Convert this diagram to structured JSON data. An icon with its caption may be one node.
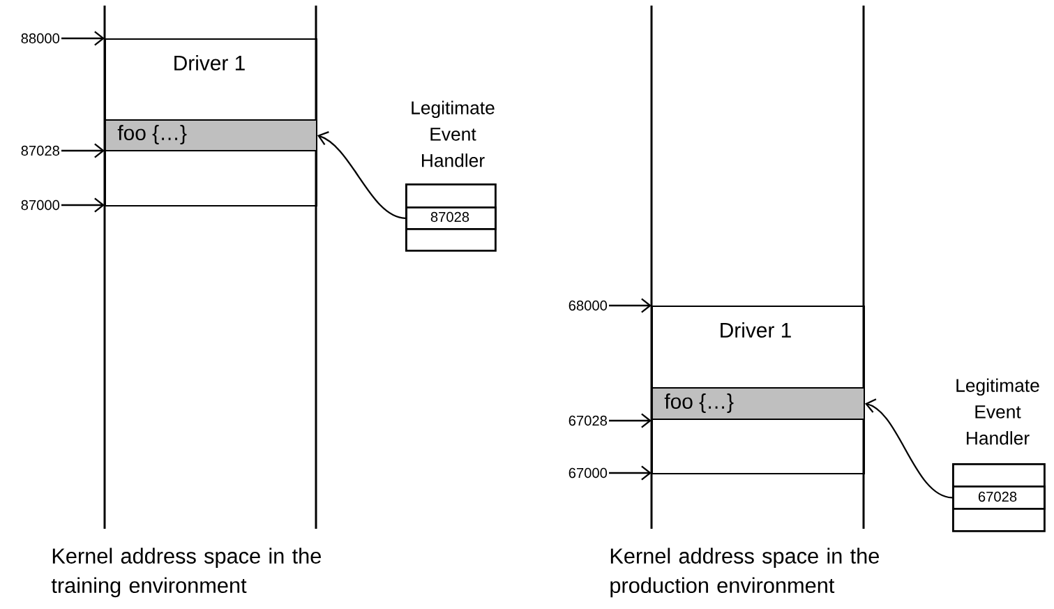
{
  "diagram": {
    "nodes": [
      {
        "text": [
          "Driver 1"
        ]
      },
      {
        "text": [
          "foo {…}"
        ],
        "in": 0
      },
      {
        "text": [
          "Legitimate Event Handler"
        ]
      },
      {
        "text": [
          "87028"
        ],
        "in": 2
      },
      {
        "text": [
          "88000"
        ]
      },
      {
        "text": [
          "87028"
        ]
      },
      {
        "text": [
          "87000"
        ]
      },
      {
        "text": [
          "Driver 1"
        ]
      },
      {
        "text": [
          "foo {…}"
        ],
        "in": 7
      },
      {
        "text": [
          "Legitimate Event Handler"
        ]
      },
      {
        "text": [
          "67028"
        ],
        "in": 9
      },
      {
        "text": [
          "68000"
        ]
      },
      {
        "text": [
          "67028"
        ]
      },
      {
        "text": [
          "67000"
        ]
      }
    ],
    "edges": [
      {
        "from": 3,
        "to": 1,
        "arrow": "to"
      },
      {
        "from": 4,
        "to": 0,
        "arrow": "to"
      },
      {
        "from": 5,
        "to": 1,
        "arrow": "to"
      },
      {
        "from": 6,
        "to": 0,
        "arrow": "to"
      },
      {
        "from": 10,
        "to": 8,
        "arrow": "to"
      },
      {
        "from": 11,
        "to": 7,
        "arrow": "to"
      },
      {
        "from": 12,
        "to": 8,
        "arrow": "to"
      },
      {
        "from": 13,
        "to": 7,
        "arrow": "to"
      }
    ],
    "labels": [
      "Kernel address space in the training environment",
      "Kernel address space in the production environment"
    ]
  }
}
